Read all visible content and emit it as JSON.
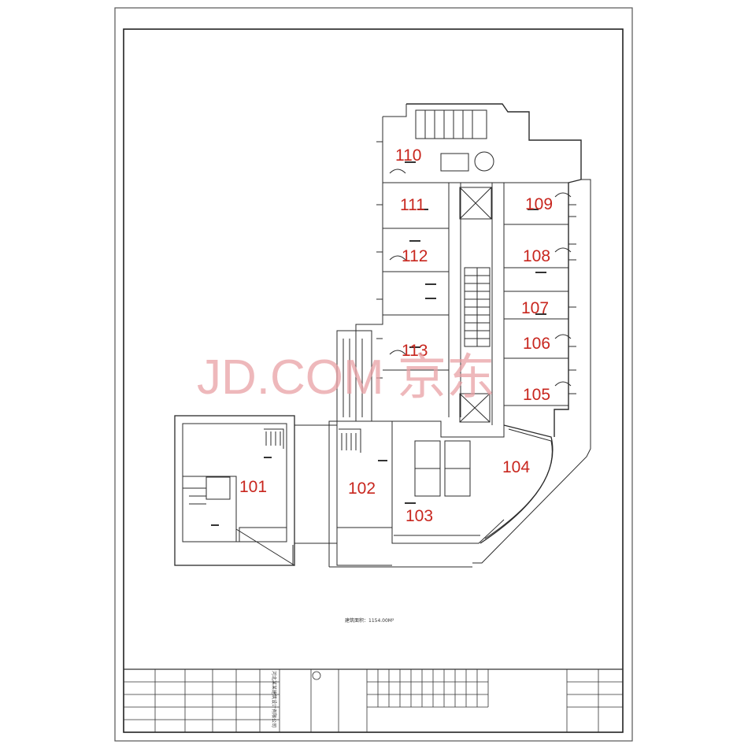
{
  "drawing": {
    "rooms": [
      {
        "id": "room-110",
        "label": "110"
      },
      {
        "id": "room-111",
        "label": "111"
      },
      {
        "id": "room-109",
        "label": "109"
      },
      {
        "id": "room-112",
        "label": "112"
      },
      {
        "id": "room-108",
        "label": "108"
      },
      {
        "id": "room-107",
        "label": "107"
      },
      {
        "id": "room-106",
        "label": "106"
      },
      {
        "id": "room-113",
        "label": "113"
      },
      {
        "id": "room-105",
        "label": "105"
      },
      {
        "id": "room-104",
        "label": "104"
      },
      {
        "id": "room-101",
        "label": "101"
      },
      {
        "id": "room-102",
        "label": "102"
      },
      {
        "id": "room-103",
        "label": "103"
      }
    ],
    "area_note": "建筑面积：1154.00M²",
    "company": "河北某某建筑设计有限公司"
  },
  "watermark": {
    "text": "JD.COM 京东"
  },
  "colors": {
    "line": "#2b2b2b",
    "label": "#c8261e",
    "watermark": "#e8a0a4"
  }
}
